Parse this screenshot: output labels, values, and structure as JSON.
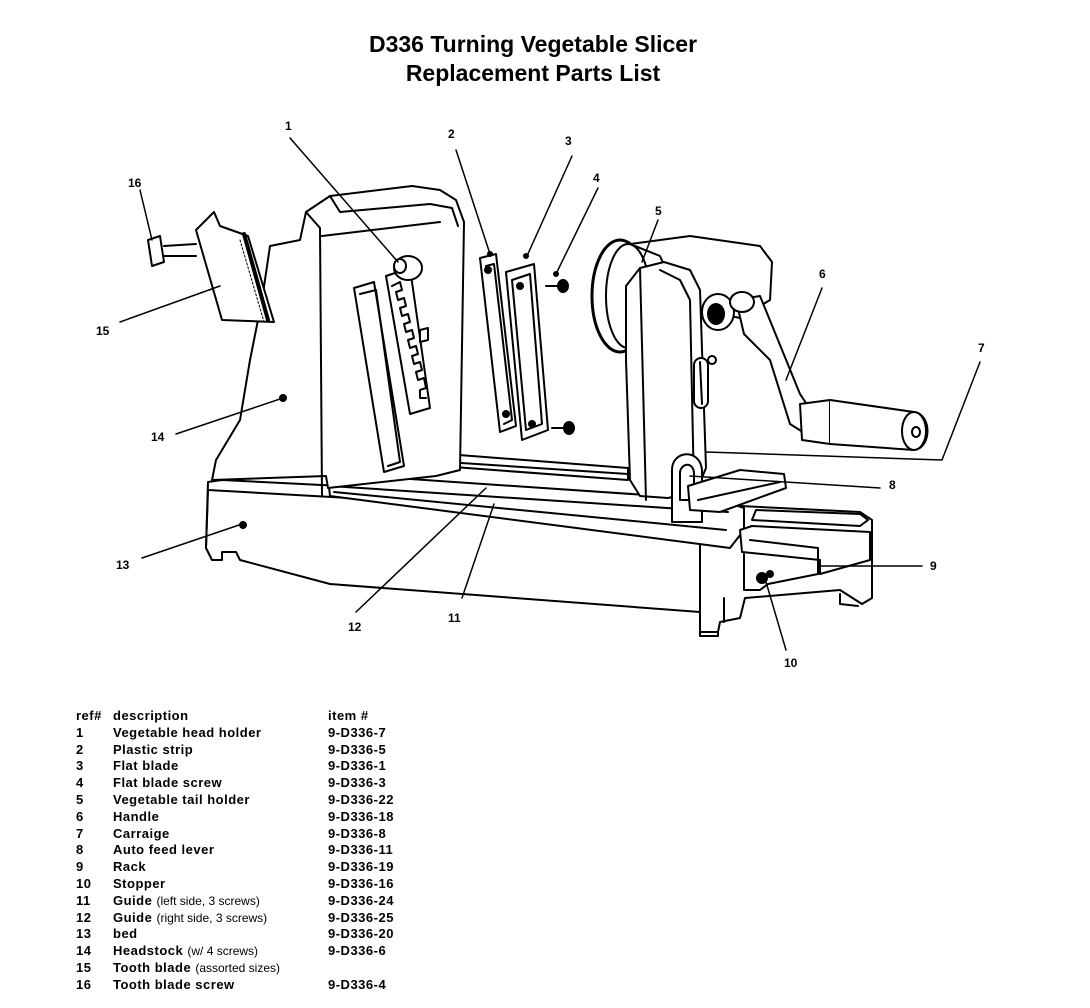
{
  "title": {
    "line1": "D336 Turning Vegetable Slicer",
    "line2": "Replacement Parts List"
  },
  "callouts": [
    "1",
    "2",
    "3",
    "4",
    "5",
    "6",
    "7",
    "8",
    "9",
    "10",
    "11",
    "12",
    "13",
    "14",
    "15",
    "16"
  ],
  "table": {
    "headers": {
      "ref": "ref#",
      "description": "description",
      "item": "item #"
    },
    "rows": [
      {
        "ref": "1",
        "name": "Vegetable head holder",
        "note": "",
        "item": "9-D336-7"
      },
      {
        "ref": "2",
        "name": "Plastic strip",
        "note": "",
        "item": "9-D336-5"
      },
      {
        "ref": "3",
        "name": "Flat blade",
        "note": "",
        "item": "9-D336-1"
      },
      {
        "ref": "4",
        "name": "Flat blade screw",
        "note": "",
        "item": "9-D336-3"
      },
      {
        "ref": "5",
        "name": "Vegetable tail holder",
        "note": "",
        "item": "9-D336-22"
      },
      {
        "ref": "6",
        "name": "Handle",
        "note": "",
        "item": "9-D336-18"
      },
      {
        "ref": "7",
        "name": "Carraige",
        "note": "",
        "item": "9-D336-8"
      },
      {
        "ref": "8",
        "name": "Auto feed lever",
        "note": "",
        "item": "9-D336-11"
      },
      {
        "ref": "9",
        "name": "Rack",
        "note": "",
        "item": "9-D336-19"
      },
      {
        "ref": "10",
        "name": "Stopper",
        "note": "",
        "item": "9-D336-16"
      },
      {
        "ref": "11",
        "name": "Guide",
        "note": "(left side, 3 screws)",
        "item": "9-D336-24"
      },
      {
        "ref": "12",
        "name": "Guide",
        "note": "(right side, 3 screws)",
        "item": "9-D336-25"
      },
      {
        "ref": "13",
        "name": "bed",
        "note": "",
        "item": "9-D336-20"
      },
      {
        "ref": "14",
        "name": "Headstock",
        "note": "(w/ 4 screws)",
        "item": "9-D336-6"
      },
      {
        "ref": "15",
        "name": "Tooth blade",
        "note": "(assorted sizes)",
        "item": ""
      },
      {
        "ref": "16",
        "name": "Tooth blade screw",
        "note": "",
        "item": "9-D336-4"
      }
    ]
  }
}
